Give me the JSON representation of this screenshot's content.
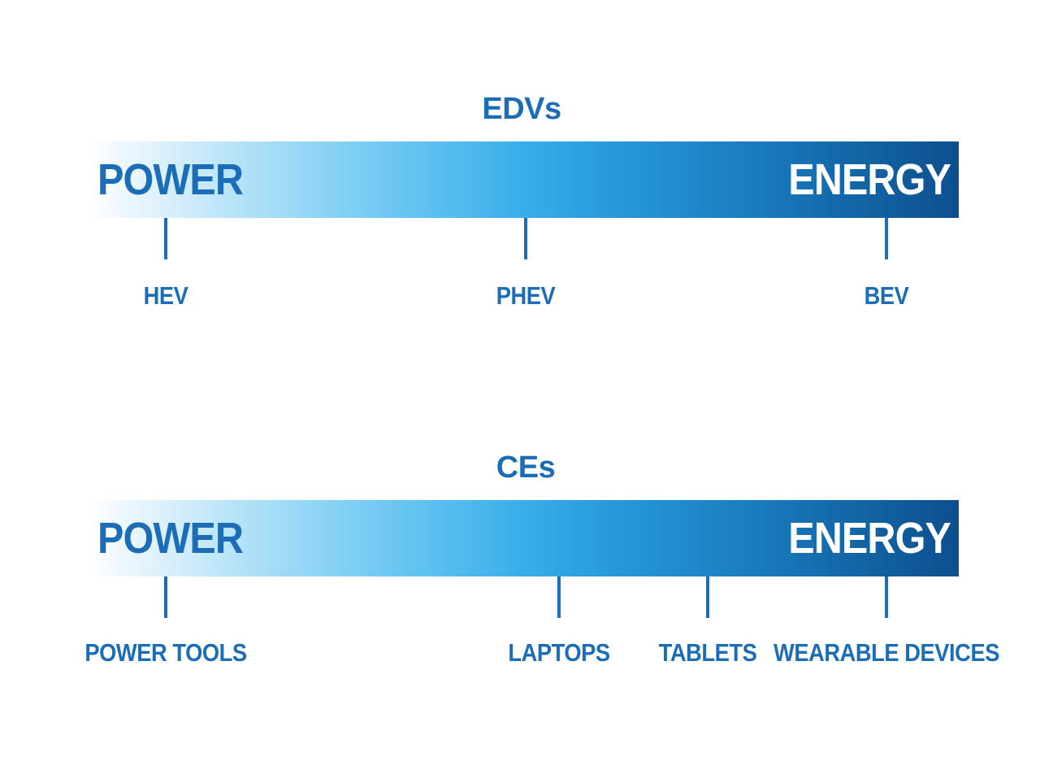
{
  "scales": [
    {
      "title": "EDVs",
      "left_label": "POWER",
      "right_label": "ENERGY",
      "markers": [
        {
          "label": "HEV",
          "position": 0.09
        },
        {
          "label": "PHEV",
          "position": 0.503
        },
        {
          "label": "BEV",
          "position": 0.917
        }
      ]
    },
    {
      "title": "CEs",
      "left_label": "POWER",
      "right_label": "ENERGY",
      "markers": [
        {
          "label": "POWER TOOLS",
          "position": 0.09
        },
        {
          "label": "LAPTOPS",
          "position": 0.541
        },
        {
          "label": "TABLETS",
          "position": 0.712
        },
        {
          "label": "WEARABLE DEVICES",
          "position": 0.917
        }
      ]
    }
  ],
  "colors": {
    "primary_blue": "#1a6db6",
    "gradient_light": "#ffffff",
    "gradient_mid": "#37aee9",
    "gradient_dark": "#0d4f8e"
  }
}
